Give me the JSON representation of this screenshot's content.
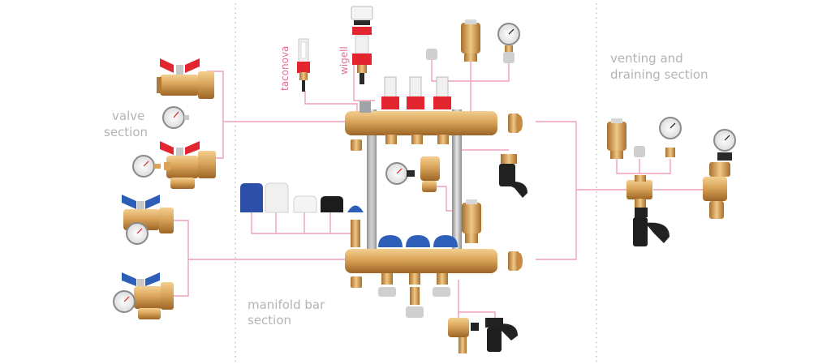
{
  "sections": {
    "valve": {
      "line1": "valve",
      "line2": "section"
    },
    "manifold": {
      "line1": "manifold bar",
      "line2": "section"
    },
    "venting": {
      "line1": "venting and",
      "line2": "draining section"
    }
  },
  "flowmeters": {
    "taconova": "taconova",
    "wigell": "wigell"
  },
  "colors": {
    "brass": "#d9a45a",
    "brass_dark": "#a86f2b",
    "red": "#e2252f",
    "blue": "#2d5fb8",
    "black": "#222222",
    "white": "#f2f2f2",
    "connector_line": "#ef9fbd"
  },
  "icons": [
    "ball-valve-red-icon",
    "ball-valve-blue-icon",
    "thermometer-icon",
    "pressure-gauge-icon",
    "air-vent-icon",
    "drain-valve-icon",
    "flowmeter-icon",
    "manifold-bar-icon",
    "actuator-cap-icon",
    "end-cap-icon"
  ]
}
